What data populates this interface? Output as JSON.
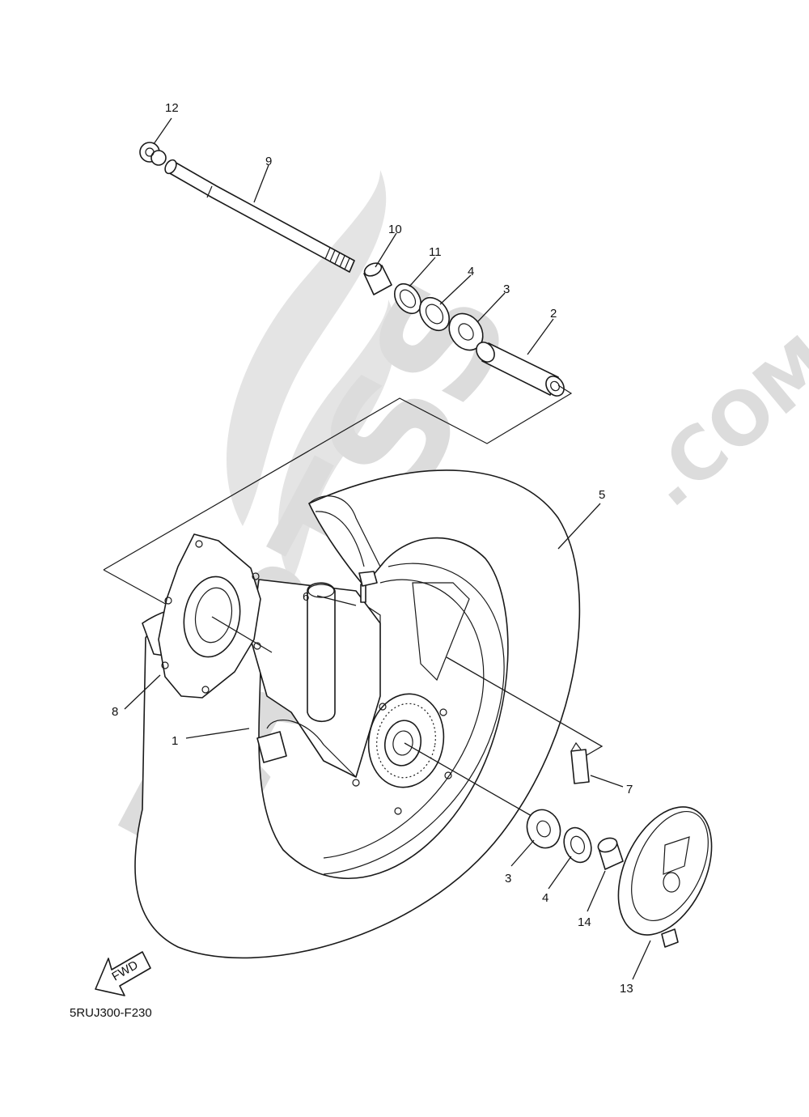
{
  "diagram": {
    "code": "5RUJ300-F230",
    "fwd_label": "FWD",
    "watermark": {
      "main": "PARTSS",
      "suffix": ".COM"
    },
    "callouts": [
      {
        "id": "c12",
        "label": "12"
      },
      {
        "id": "c9",
        "label": "9"
      },
      {
        "id": "c10",
        "label": "10"
      },
      {
        "id": "c11",
        "label": "11"
      },
      {
        "id": "c4a",
        "label": "4"
      },
      {
        "id": "c3a",
        "label": "3"
      },
      {
        "id": "c2",
        "label": "2"
      },
      {
        "id": "c5",
        "label": "5"
      },
      {
        "id": "c6",
        "label": "6"
      },
      {
        "id": "c8",
        "label": "8"
      },
      {
        "id": "c1",
        "label": "1"
      },
      {
        "id": "c7",
        "label": "7"
      },
      {
        "id": "c3b",
        "label": "3"
      },
      {
        "id": "c4b",
        "label": "4"
      },
      {
        "id": "c14",
        "label": "14"
      },
      {
        "id": "c13",
        "label": "13"
      }
    ]
  }
}
